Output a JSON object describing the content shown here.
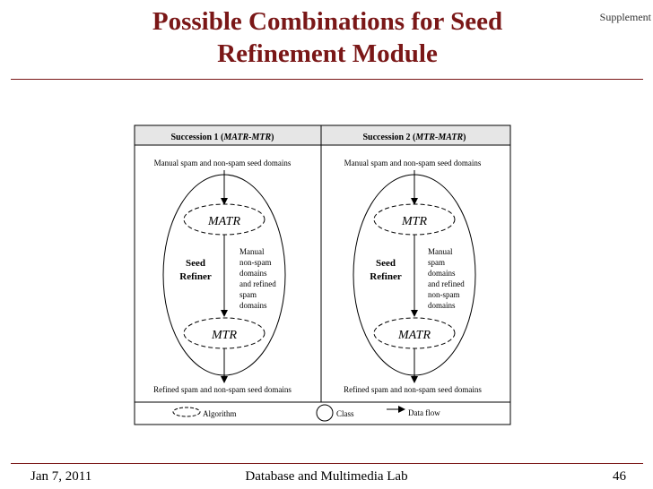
{
  "slide": {
    "title_line1": "Possible Combinations for Seed",
    "title_line2": "Refinement Module",
    "supplement_label": "Supplement"
  },
  "diagram": {
    "succession1": {
      "header_prefix": "Succession 1 (",
      "header_emph": "MATR-MTR",
      "header_suffix": ")",
      "input_label": "Manual spam and non-spam seed domains",
      "top_algorithm": "MATR",
      "bottom_algorithm": "MTR",
      "seed_refiner": [
        "Seed",
        "Refiner"
      ],
      "flow_label": [
        "Manual",
        "non-spam",
        "domains",
        "and refined",
        "spam",
        "domains"
      ],
      "output_label": "Refined spam and non-spam seed domains"
    },
    "succession2": {
      "header_prefix": "Succession 2 (",
      "header_emph": "MTR-MATR",
      "header_suffix": ")",
      "input_label": "Manual spam and non-spam seed domains",
      "top_algorithm": "MTR",
      "bottom_algorithm": "MATR",
      "seed_refiner": [
        "Seed",
        "Refiner"
      ],
      "flow_label": [
        "Manual",
        "spam",
        "domains",
        "and refined",
        "non-spam",
        "domains"
      ],
      "output_label": "Refined spam and non-spam seed domains"
    },
    "legend": {
      "algorithm": "Algorithm",
      "class": "Class",
      "data_flow": "Data flow"
    }
  },
  "footer": {
    "date": "Jan 7, 2011",
    "lab": "Database and Multimedia Lab",
    "page": "46"
  }
}
